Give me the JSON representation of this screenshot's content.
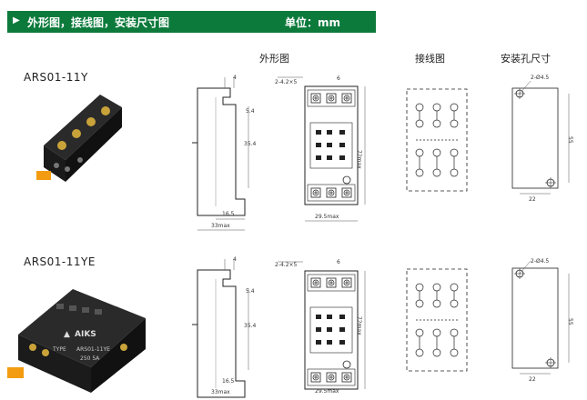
{
  "header": {
    "title": "外形图，接线图，安装尺寸图",
    "unit": "单位：mm"
  },
  "columns": {
    "outline": "外形图",
    "wiring": "接线图",
    "mounting": "安装孔尺寸"
  },
  "products": [
    {
      "model": "ARS01-11Y",
      "dims": {
        "top": "4",
        "side_a": "5.4",
        "side_b": "35.4",
        "bottom": "16.5",
        "width": "33max",
        "holes": "2-4.2×5",
        "pin": "6",
        "height": "72max",
        "depth": "29.5max",
        "mount_holes": "2-Ø4.5",
        "mount_h": "55",
        "mount_w": "22"
      }
    },
    {
      "model": "ARS01-11YE",
      "dims": {
        "top": "4",
        "side_a": "5.4",
        "side_b": "35.4",
        "bottom": "16.5",
        "width": "33max",
        "holes": "2-4.2×5",
        "pin": "6",
        "height": "72max",
        "depth": "29.5max",
        "mount_holes": "2-Ø4.5",
        "mount_h": "55",
        "mount_w": "22"
      },
      "label": {
        "brand": "AIKS",
        "type_prefix": "TYPE",
        "type": "ARS01-11YE",
        "rating": "250 5A"
      }
    }
  ]
}
